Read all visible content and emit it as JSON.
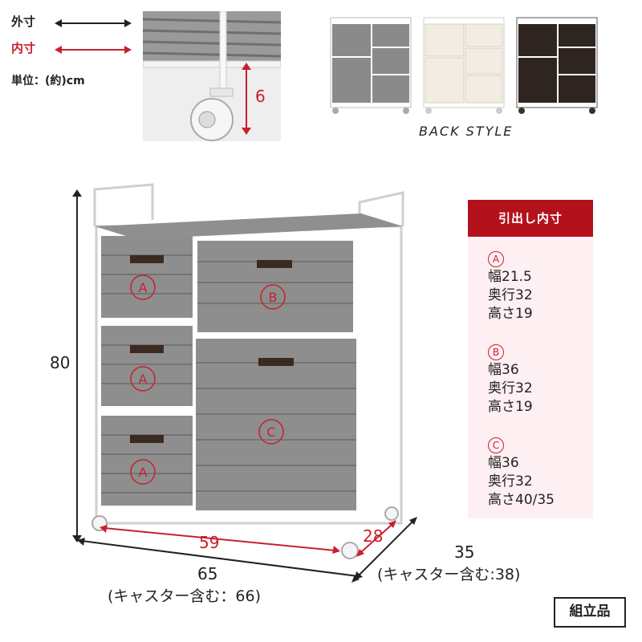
{
  "legend": {
    "outer_label": "外寸",
    "inner_label": "内寸",
    "unit_label": "単位：(約)cm",
    "outer_color": "#222222",
    "inner_color": "#c8202e"
  },
  "caster_height": "6",
  "back_style_label": "BACK STYLE",
  "drawers": {
    "a": "A",
    "b": "B",
    "c": "C"
  },
  "dimensions": {
    "height": "80",
    "width_outer": "65",
    "width_outer_note": "(キャスター含む：66)",
    "width_inner": "59",
    "depth_inner": "28",
    "depth_outer": "35",
    "depth_outer_note": "(キャスター含む:38)"
  },
  "sidebar": {
    "title": "引出し内寸",
    "items": [
      {
        "mark": "A",
        "lines": [
          "幅21.5",
          "奥行32",
          "高さ19"
        ]
      },
      {
        "mark": "B",
        "lines": [
          "幅36",
          "奥行32",
          "高さ19"
        ]
      },
      {
        "mark": "C",
        "lines": [
          "幅36",
          "奥行32",
          "高さ40/35"
        ]
      }
    ]
  },
  "assembly_badge": "組立品"
}
